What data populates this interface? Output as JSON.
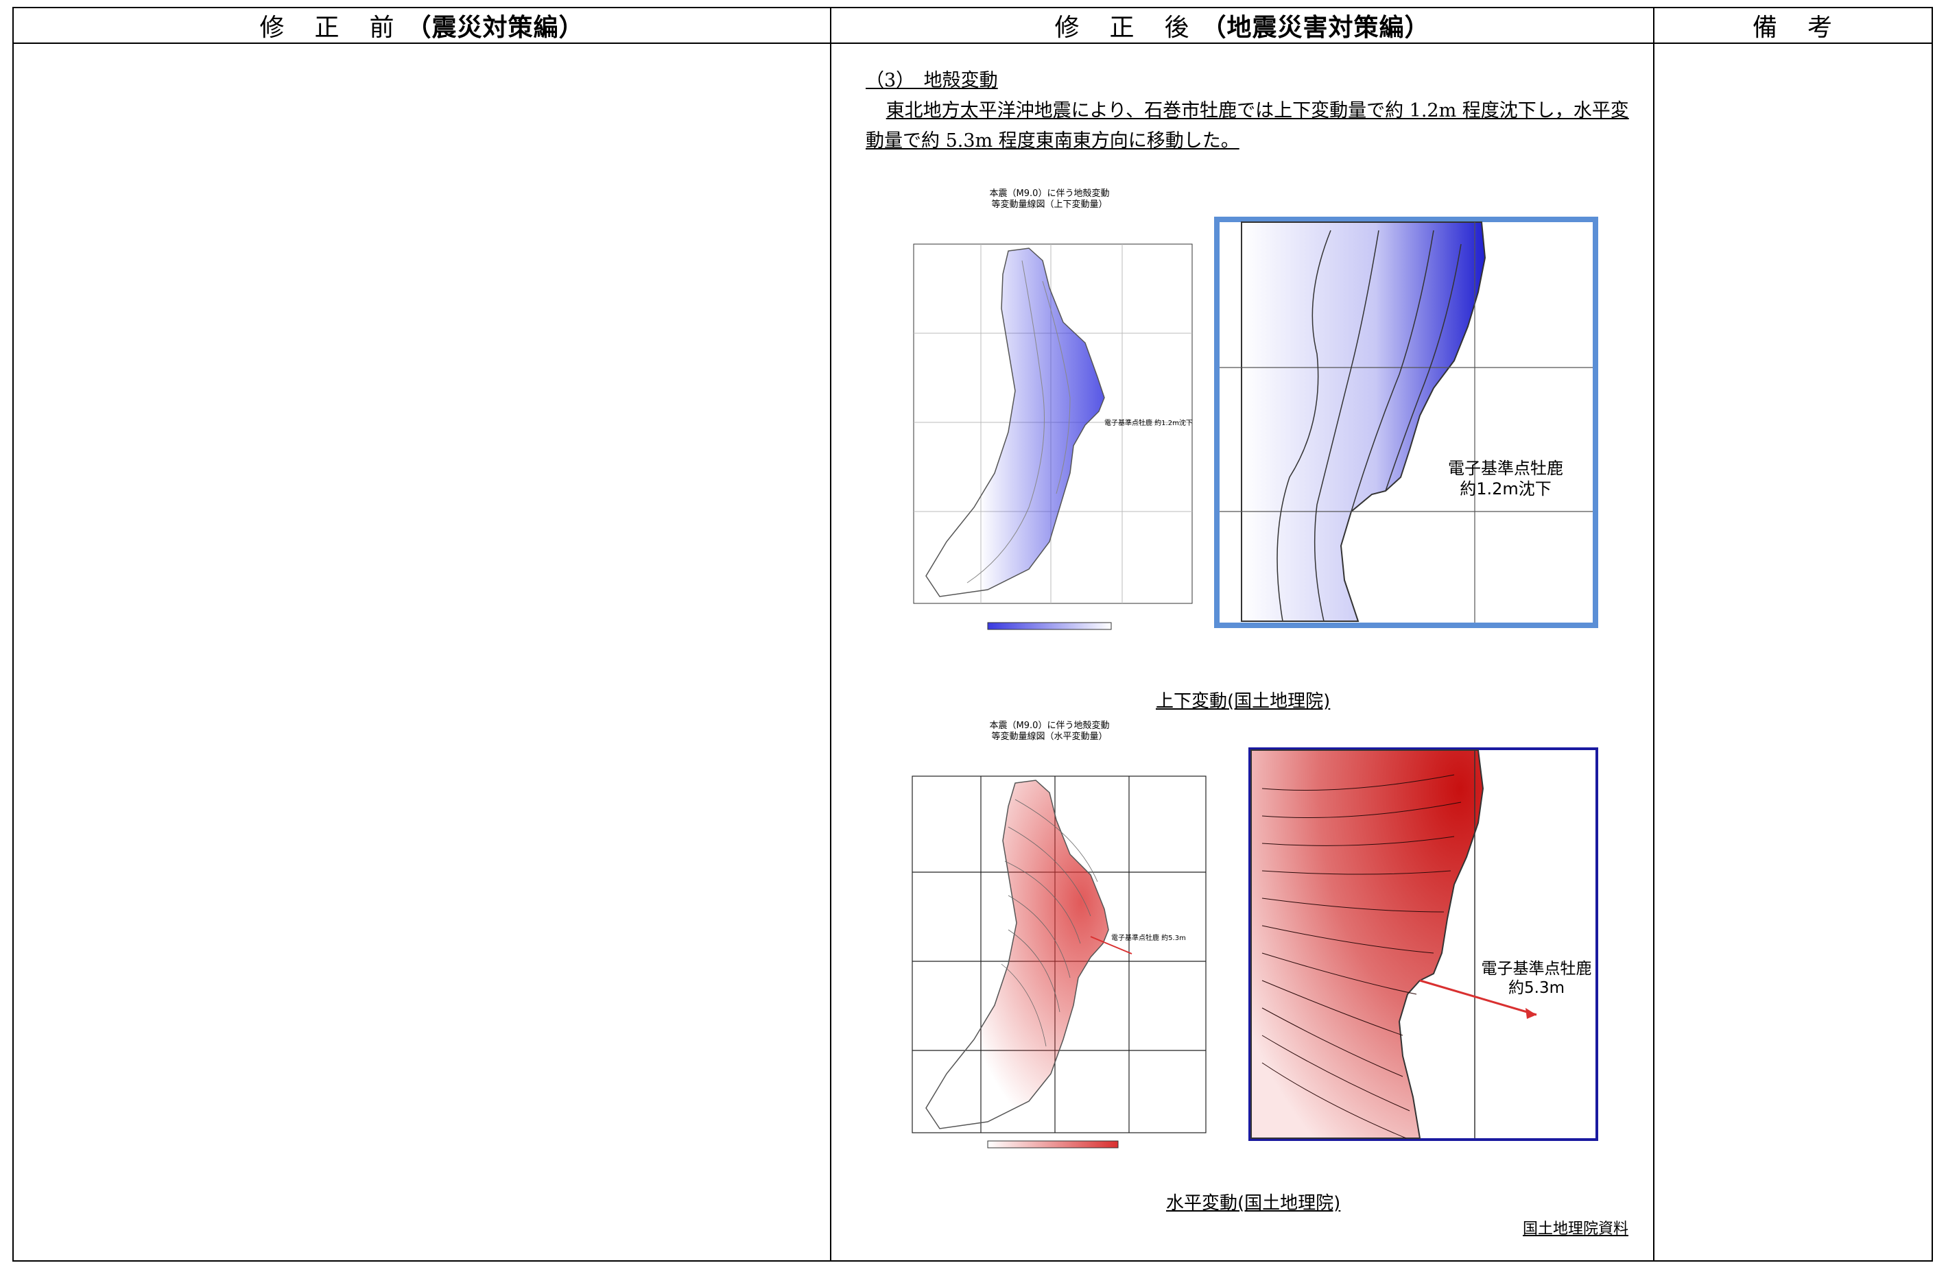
{
  "header": {
    "before_prefix": "修　正　前",
    "before_bold": "（震災対策編）",
    "after_prefix": "修　正　後",
    "after_bold": "（地震災害対策編）",
    "notes": "備　考"
  },
  "section": {
    "heading": "（3）　地殻変動",
    "body": "東北地方太平洋沖地震により、石巻市牡鹿では上下変動量で約 1.2m 程度沈下し，水平変動量で約 5.3m 程度東南東方向に移動した。"
  },
  "figures": {
    "vertical_small_title": "本震（M9.0）に伴う地殻変動",
    "vertical_small_subtitle": "等変動量線図（上下変動量）",
    "vertical_small_label": "電子基準点牡鹿 約1.2m沈下",
    "vertical_zoom_label_1": "電子基準点牡鹿",
    "vertical_zoom_label_2": "約1.2m沈下",
    "vertical_caption": "上下変動(国土地理院)",
    "horizontal_small_title": "本震（M9.0）に伴う地殻変動",
    "horizontal_small_subtitle": "等変動量線図（水平変動量）",
    "horizontal_small_label": "電子基準点牡鹿 約5.3m",
    "horizontal_zoom_label_1": "電子基準点牡鹿",
    "horizontal_zoom_label_2": "約5.3m",
    "horizontal_caption": "水平変動(国土地理院)",
    "source": "国土地理院資料"
  },
  "colors": {
    "vertical_frame": "#5b8fd6",
    "horizontal_frame": "#1a1aa0",
    "subsidence": "#3a3ae0",
    "displacement": "#d93030"
  }
}
